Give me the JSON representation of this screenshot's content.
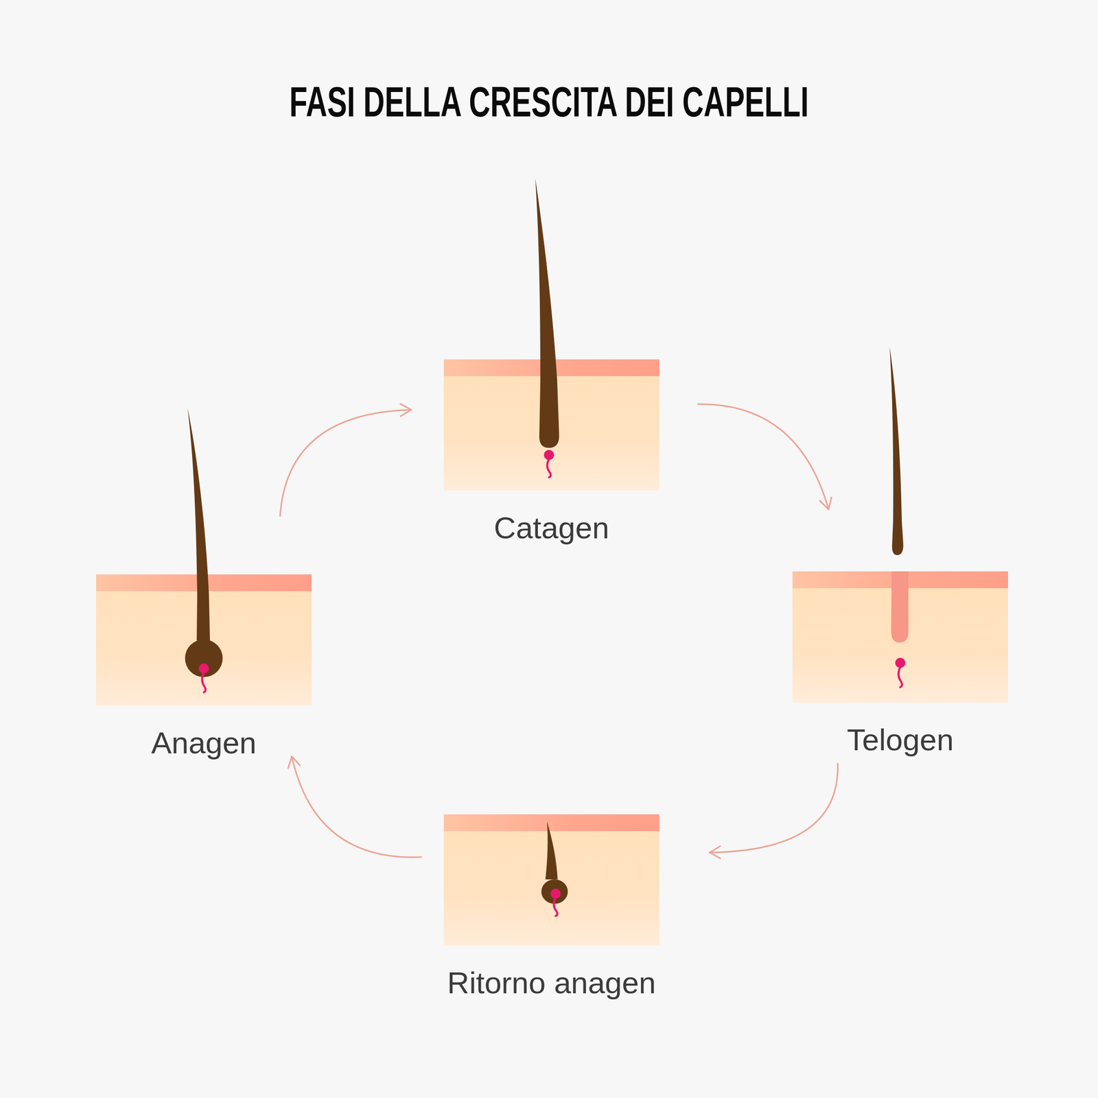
{
  "diagram": {
    "title": "FASI DELLA CRESCITA DEI CAPELLI",
    "nodes": [
      {
        "text": [
          "Catagen"
        ]
      },
      {
        "text": [
          "Anagen"
        ]
      },
      {
        "text": [
          "Telogen"
        ]
      },
      {
        "text": [
          "Ritorno anagen"
        ]
      }
    ],
    "edges": [
      {
        "from": 1,
        "to": 0,
        "arrow": "to"
      },
      {
        "from": 0,
        "to": 2,
        "arrow": "to"
      },
      {
        "from": 2,
        "to": 3,
        "arrow": "to"
      },
      {
        "from": 3,
        "to": 1,
        "arrow": "to"
      }
    ]
  }
}
